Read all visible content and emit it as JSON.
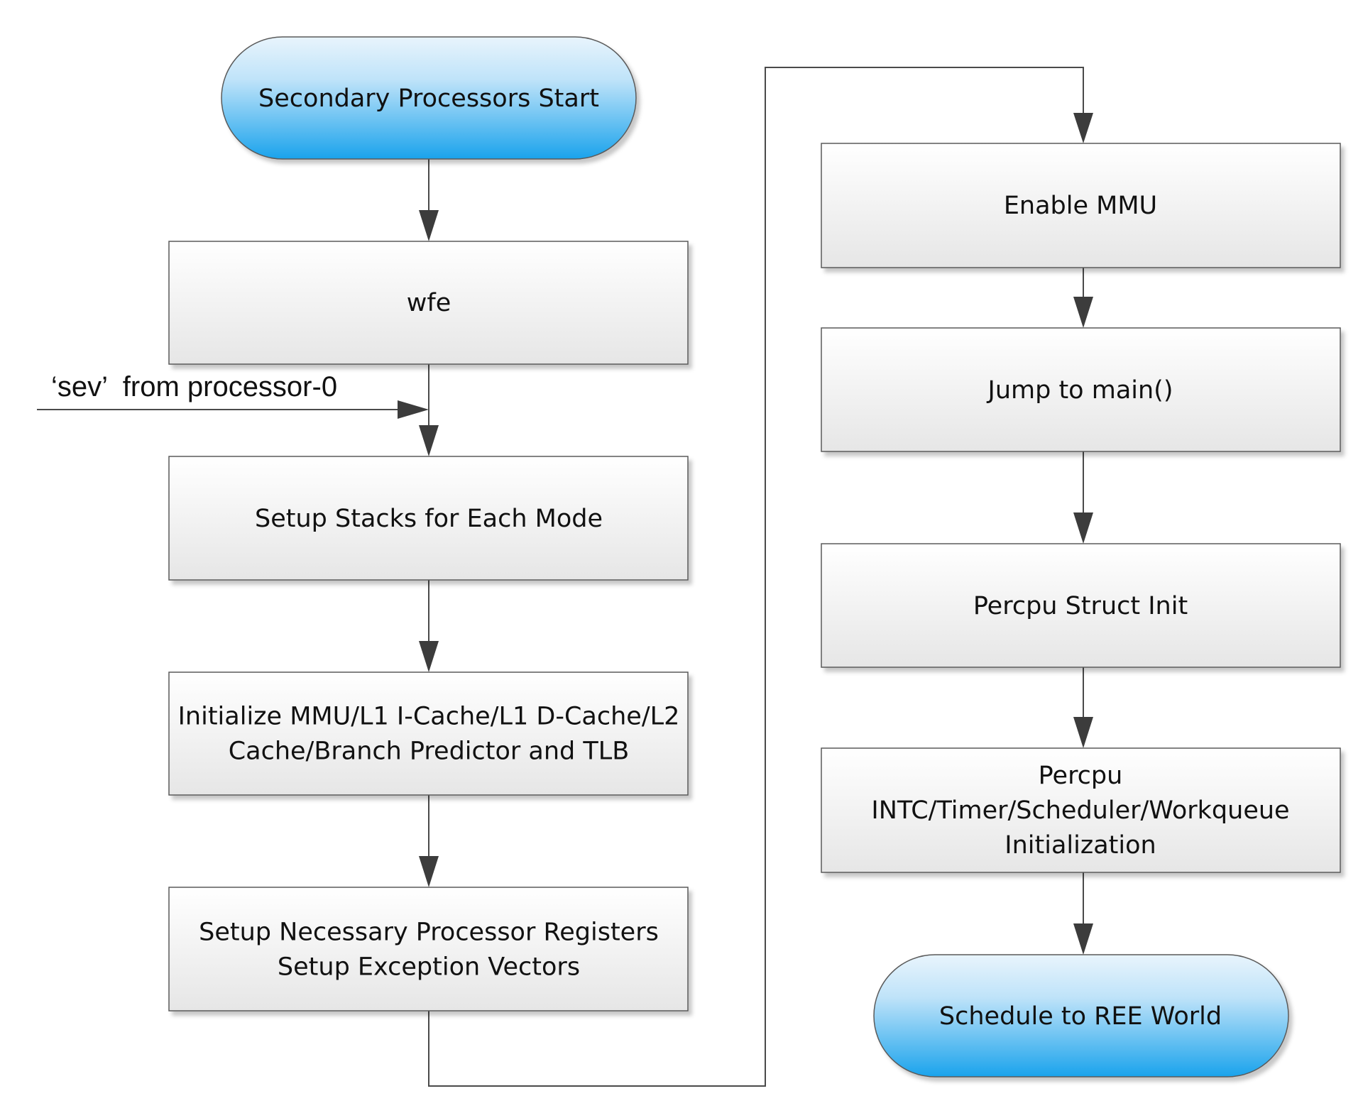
{
  "nodes": {
    "start": {
      "label": "Secondary Processors Start"
    },
    "wfe": {
      "label": "wfe"
    },
    "stacks": {
      "label": "Setup Stacks for Each Mode"
    },
    "init_mmu": {
      "label": [
        "Initialize MMU/L1 I-Cache/L1 D-Cache/L2",
        "Cache/Branch Predictor and TLB"
      ]
    },
    "registers": {
      "label": [
        "Setup Necessary Processor Registers",
        "Setup Exception Vectors"
      ]
    },
    "enable_mmu": {
      "label": "Enable MMU"
    },
    "jump_main": {
      "label": "Jump to main()"
    },
    "percpu_struct": {
      "label": "Percpu Struct Init"
    },
    "percpu_init": {
      "label": [
        "Percpu",
        "INTC/Timer/Scheduler/Workqueue",
        "Initialization"
      ]
    },
    "schedule": {
      "label": "Schedule to  REE World"
    }
  },
  "annotations": {
    "sev": "‘sev’  from processor-0"
  },
  "edges": [
    {
      "from": "start",
      "to": "wfe"
    },
    {
      "from": "wfe",
      "to": "stacks"
    },
    {
      "from": "stacks",
      "to": "init_mmu"
    },
    {
      "from": "init_mmu",
      "to": "registers"
    },
    {
      "from": "registers",
      "to": "enable_mmu"
    },
    {
      "from": "enable_mmu",
      "to": "jump_main"
    },
    {
      "from": "jump_main",
      "to": "percpu_struct"
    },
    {
      "from": "percpu_struct",
      "to": "percpu_init"
    },
    {
      "from": "percpu_init",
      "to": "schedule"
    }
  ],
  "colors": {
    "terminal_top": "#e8f4fc",
    "terminal_bottom": "#1aa3ec",
    "process_top": "#ffffff",
    "process_bottom": "#e6e6e6",
    "border": "#5a5a5a",
    "line": "#4a4a4a"
  }
}
